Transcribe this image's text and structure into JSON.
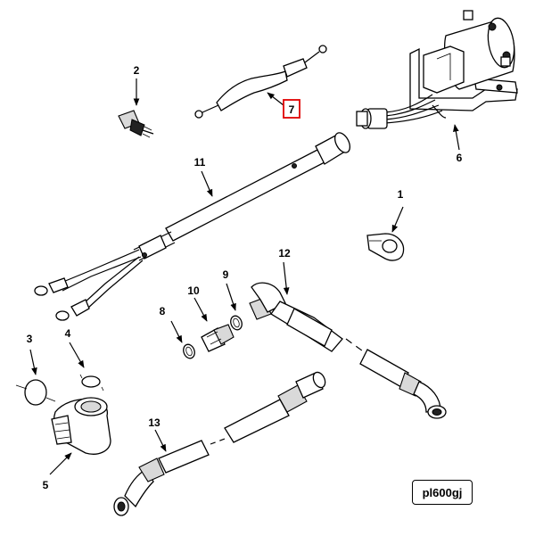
{
  "figure": {
    "reference_code": "pl600gj",
    "highlight_color": "#e00000",
    "highlighted_callout": "7"
  },
  "callouts": {
    "c1": "1",
    "c2": "2",
    "c3": "3",
    "c4": "4",
    "c5": "5",
    "c6": "6",
    "c7": "7",
    "c8": "8",
    "c9": "9",
    "c10": "10",
    "c11": "11",
    "c12": "12",
    "c13": "13"
  }
}
